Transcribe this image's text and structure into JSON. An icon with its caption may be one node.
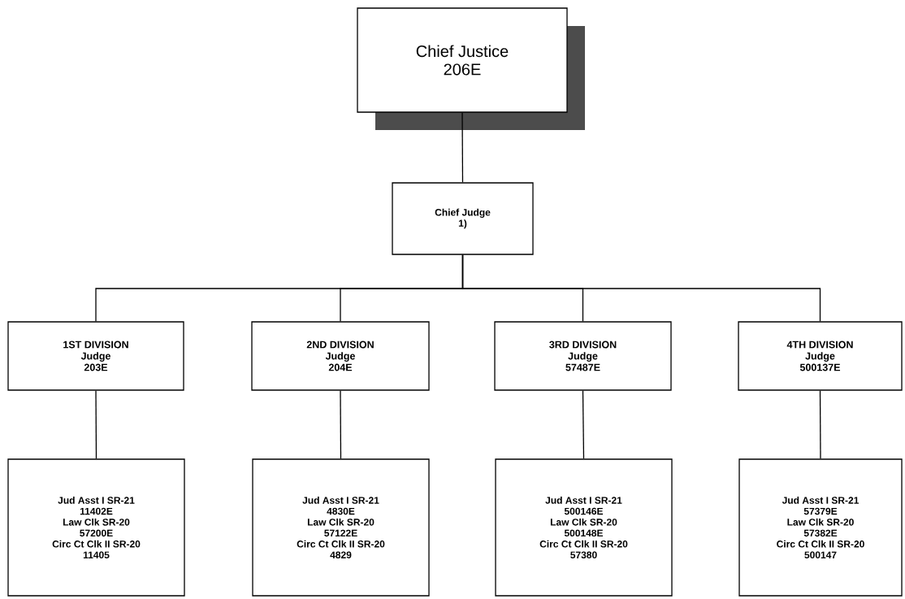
{
  "diagram": {
    "nodes": [
      {
        "text": [
          "Chief Justice",
          "206E"
        ]
      },
      {
        "text": [
          "Chief Judge",
          "1)"
        ]
      },
      {
        "text": [
          "1ST DIVISION",
          "Judge",
          "203E"
        ]
      },
      {
        "text": [
          "2ND DIVISION",
          "Judge",
          "204E"
        ]
      },
      {
        "text": [
          "3RD DIVISION",
          "Judge",
          "57487E"
        ]
      },
      {
        "text": [
          "4TH DIVISION",
          "Judge",
          "500137E"
        ]
      },
      {
        "text": [
          "Jud Asst I  SR-21",
          "11402E",
          "Law Clk  SR-20",
          "57200E",
          "Circ Ct Clk II  SR-20",
          "11405"
        ]
      },
      {
        "text": [
          "Jud Asst I  SR-21",
          "4830E",
          "Law Clk  SR-20",
          "57122E",
          "Circ Ct Clk II  SR-20",
          "4829"
        ]
      },
      {
        "text": [
          "Jud Asst I  SR-21",
          "500146E",
          "Law Clk  SR-20",
          "500148E",
          "Circ Ct Clk II  SR-20",
          "57380"
        ]
      },
      {
        "text": [
          "Jud Asst I  SR-21",
          "57379E",
          "Law Clk  SR-20",
          "57382E",
          "Circ Ct Clk II  SR-20",
          "500147"
        ]
      }
    ],
    "edges": [
      {
        "from": 0,
        "to": 1,
        "arrow": "none"
      },
      {
        "from": 1,
        "to": 2,
        "arrow": "none"
      },
      {
        "from": 1,
        "to": 3,
        "arrow": "none"
      },
      {
        "from": 1,
        "to": 4,
        "arrow": "none"
      },
      {
        "from": 1,
        "to": 5,
        "arrow": "none"
      },
      {
        "from": 2,
        "to": 6,
        "arrow": "none"
      },
      {
        "from": 3,
        "to": 7,
        "arrow": "none"
      },
      {
        "from": 4,
        "to": 8,
        "arrow": "none"
      },
      {
        "from": 5,
        "to": 9,
        "arrow": "none"
      }
    ]
  }
}
